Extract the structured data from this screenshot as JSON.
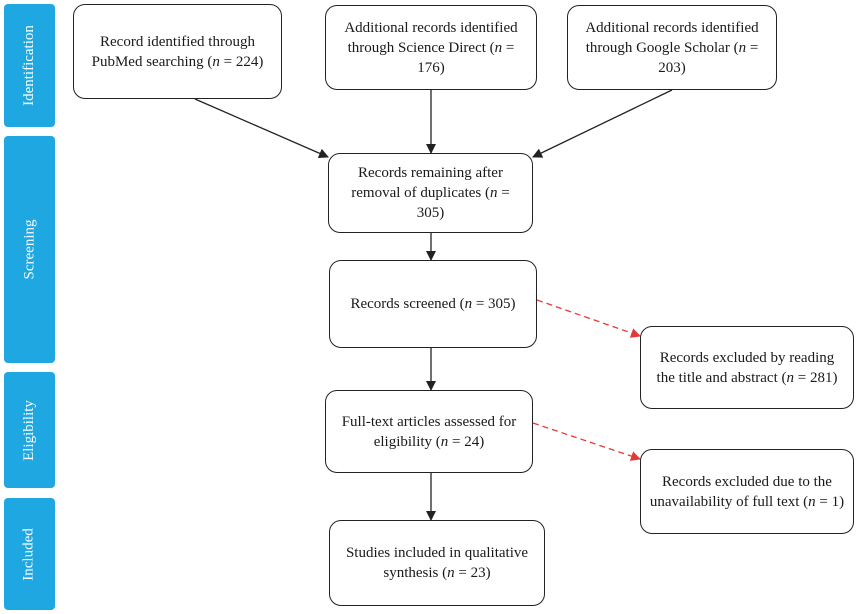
{
  "phases": {
    "identification": "Identification",
    "screening": "Screening",
    "eligibility": "Eligibility",
    "included": "Included"
  },
  "boxes": {
    "pubmed": {
      "pre": "Record identified through PubMed searching (",
      "n_label": "n",
      "post": " = 224)"
    },
    "science_direct": {
      "pre": "Additional records identified through Science Direct (",
      "n_label": "n",
      "post": " = 176)"
    },
    "google_scholar": {
      "pre": "Additional records identified through Google Scholar (",
      "n_label": "n",
      "post": " = 203)"
    },
    "after_duplicates": {
      "pre": "Records remaining after removal of duplicates (",
      "n_label": "n",
      "post": " = 305)"
    },
    "screened": {
      "pre": "Records screened (",
      "n_label": "n",
      "post": " = 305)"
    },
    "excluded_title": {
      "pre": "Records excluded by reading the title and abstract (",
      "n_label": "n",
      "post": " = 281)"
    },
    "full_text": {
      "pre": "Full-text articles assessed for eligibility (",
      "n_label": "n",
      "post": " = 24)"
    },
    "excluded_fulltext": {
      "pre": "Records excluded due to the unavailability of full text (",
      "n_label": "n",
      "post": " = 1)"
    },
    "included": {
      "pre": "Studies included in qualitative synthesis (",
      "n_label": "n",
      "post": " = 23)"
    }
  },
  "colors": {
    "phase_fill": "#1ea7e1",
    "arrow": "#222222",
    "excluded_arrow": "#e53935"
  }
}
